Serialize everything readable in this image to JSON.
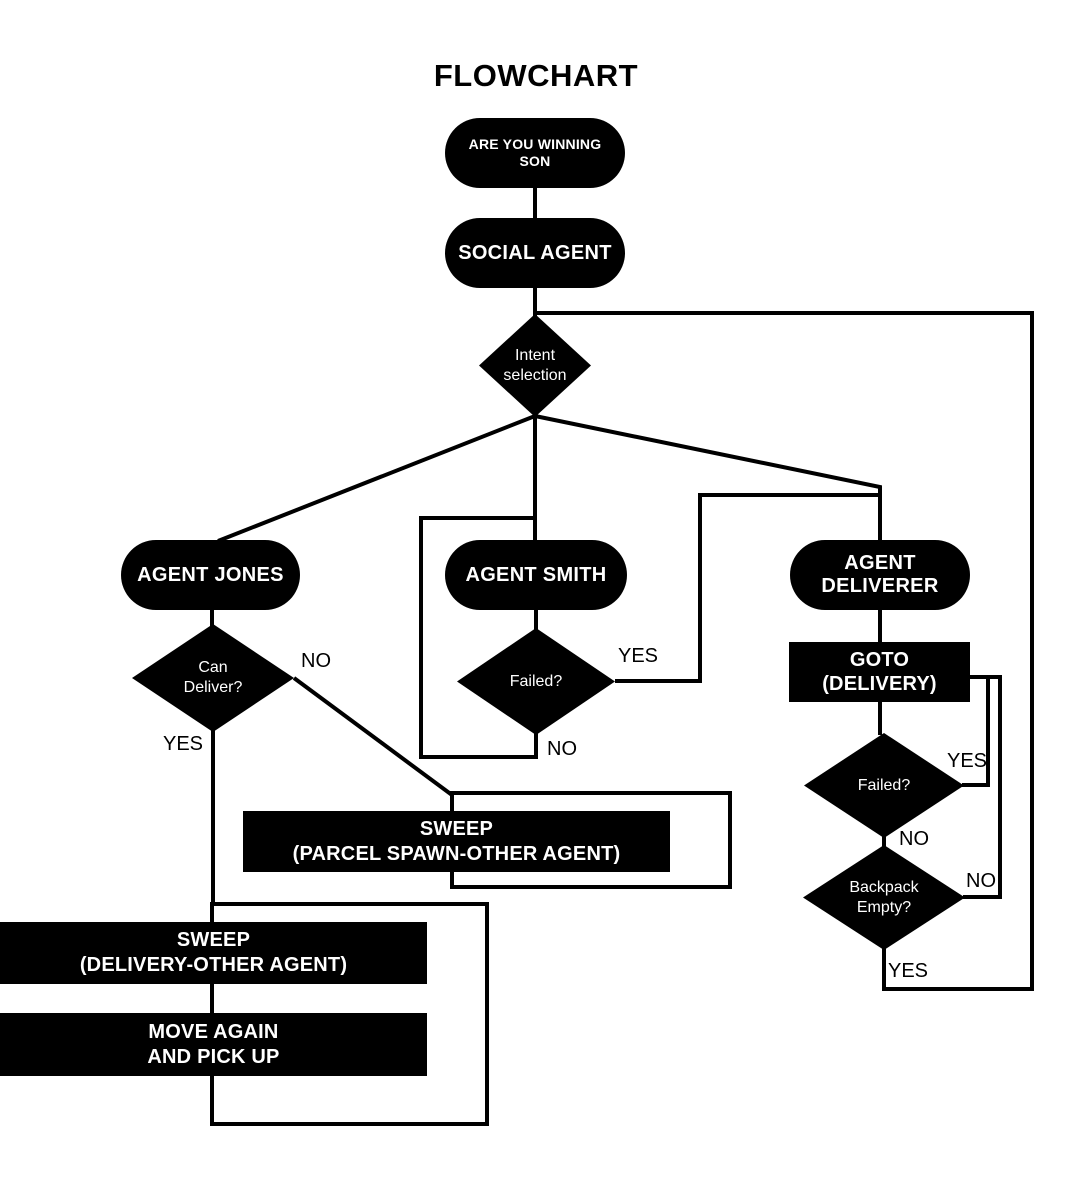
{
  "title": "FLOWCHART",
  "colors": {
    "background": "#ffffff",
    "node_fill": "#000000",
    "node_text": "#ffffff",
    "line": "#000000",
    "edge_label_text": "#000000"
  },
  "nodes": {
    "start": {
      "label": "ARE YOU WINNING\nSON",
      "shape": "rounded"
    },
    "social_agent": {
      "label": "SOCIAL AGENT",
      "shape": "rounded"
    },
    "intent_selection": {
      "label": "Intent\nselection",
      "shape": "diamond"
    },
    "agent_jones": {
      "label": "AGENT JONES",
      "shape": "rounded"
    },
    "agent_smith": {
      "label": "AGENT SMITH",
      "shape": "rounded"
    },
    "agent_deliverer": {
      "label": "AGENT\nDELIVERER",
      "shape": "rounded"
    },
    "can_deliver": {
      "label": "Can\nDeliver?",
      "shape": "diamond"
    },
    "smith_failed": {
      "label": "Failed?",
      "shape": "diamond"
    },
    "goto_delivery": {
      "label": "GOTO\n(DELIVERY)",
      "shape": "rect"
    },
    "deliverer_failed": {
      "label": "Failed?",
      "shape": "diamond"
    },
    "backpack_empty": {
      "label": "Backpack\nEmpty?",
      "shape": "diamond"
    },
    "sweep_parcel": {
      "label": "SWEEP\n(PARCEL SPAWN-OTHER AGENT)",
      "shape": "rect"
    },
    "sweep_delivery": {
      "label": "SWEEP\n(DELIVERY-OTHER AGENT)",
      "shape": "rect"
    },
    "move_again": {
      "label": "MOVE AGAIN\nAND PICK UP",
      "shape": "rect"
    }
  },
  "edge_labels": {
    "can_deliver_no": "NO",
    "can_deliver_yes": "YES",
    "smith_failed_yes": "YES",
    "smith_failed_no": "NO",
    "deliverer_failed_yes": "YES",
    "deliverer_failed_no": "NO",
    "backpack_empty_no": "NO",
    "backpack_empty_yes": "YES"
  }
}
